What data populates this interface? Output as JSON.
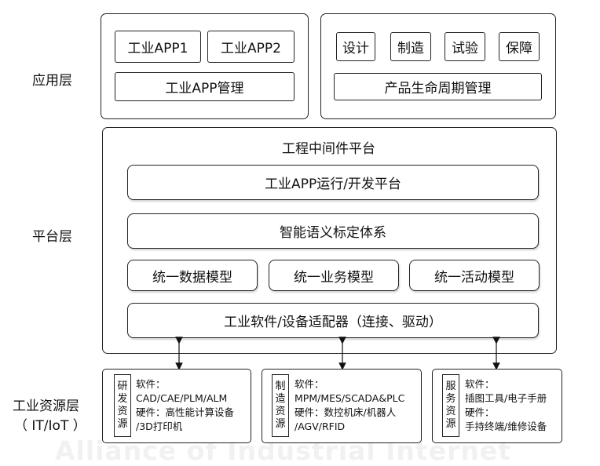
{
  "watermark": "Alliance of Industrial Internet",
  "layers": {
    "application": "应用层",
    "platform": "平台层",
    "resource_line1": "工业资源层",
    "resource_line2": "（ IT/IoT ）"
  },
  "application": {
    "app1": "工业APP1",
    "app2": "工业APP2",
    "app_mgmt": "工业APP管理",
    "design": "设计",
    "manufacture": "制造",
    "test": "试验",
    "support": "保障",
    "plm": "产品生命周期管理"
  },
  "platform": {
    "title": "工程中间件平台",
    "runtime": "工业APP运行/开发平台",
    "semantic": "智能语义标定体系",
    "data_model": "统一数据模型",
    "business_model": "统一业务模型",
    "activity_model": "统一活动模型",
    "adapter": "工业软件/设备适配器（连接、驱动）"
  },
  "resources": {
    "rd": {
      "label": [
        "研",
        "发",
        "资",
        "源"
      ],
      "software_label": "软件：",
      "software": "CAD/CAE/PLM/ALM",
      "hardware_label": "硬件：高性能计算设备",
      "hardware": "/3D打印机"
    },
    "manufacturing": {
      "label": [
        "制",
        "造",
        "资",
        "源"
      ],
      "software_label": "软件：",
      "software": "MPM/MES/SCADA&PLC",
      "hardware_label": "硬件：数控机床/机器人",
      "hardware": "/AGV/RFID"
    },
    "service": {
      "label": [
        "服",
        "务",
        "资",
        "源"
      ],
      "software_label": "软件：",
      "software": "插图工具/电子手册",
      "hardware_label": "硬件：",
      "hardware": "手持终端/维修设备"
    }
  }
}
